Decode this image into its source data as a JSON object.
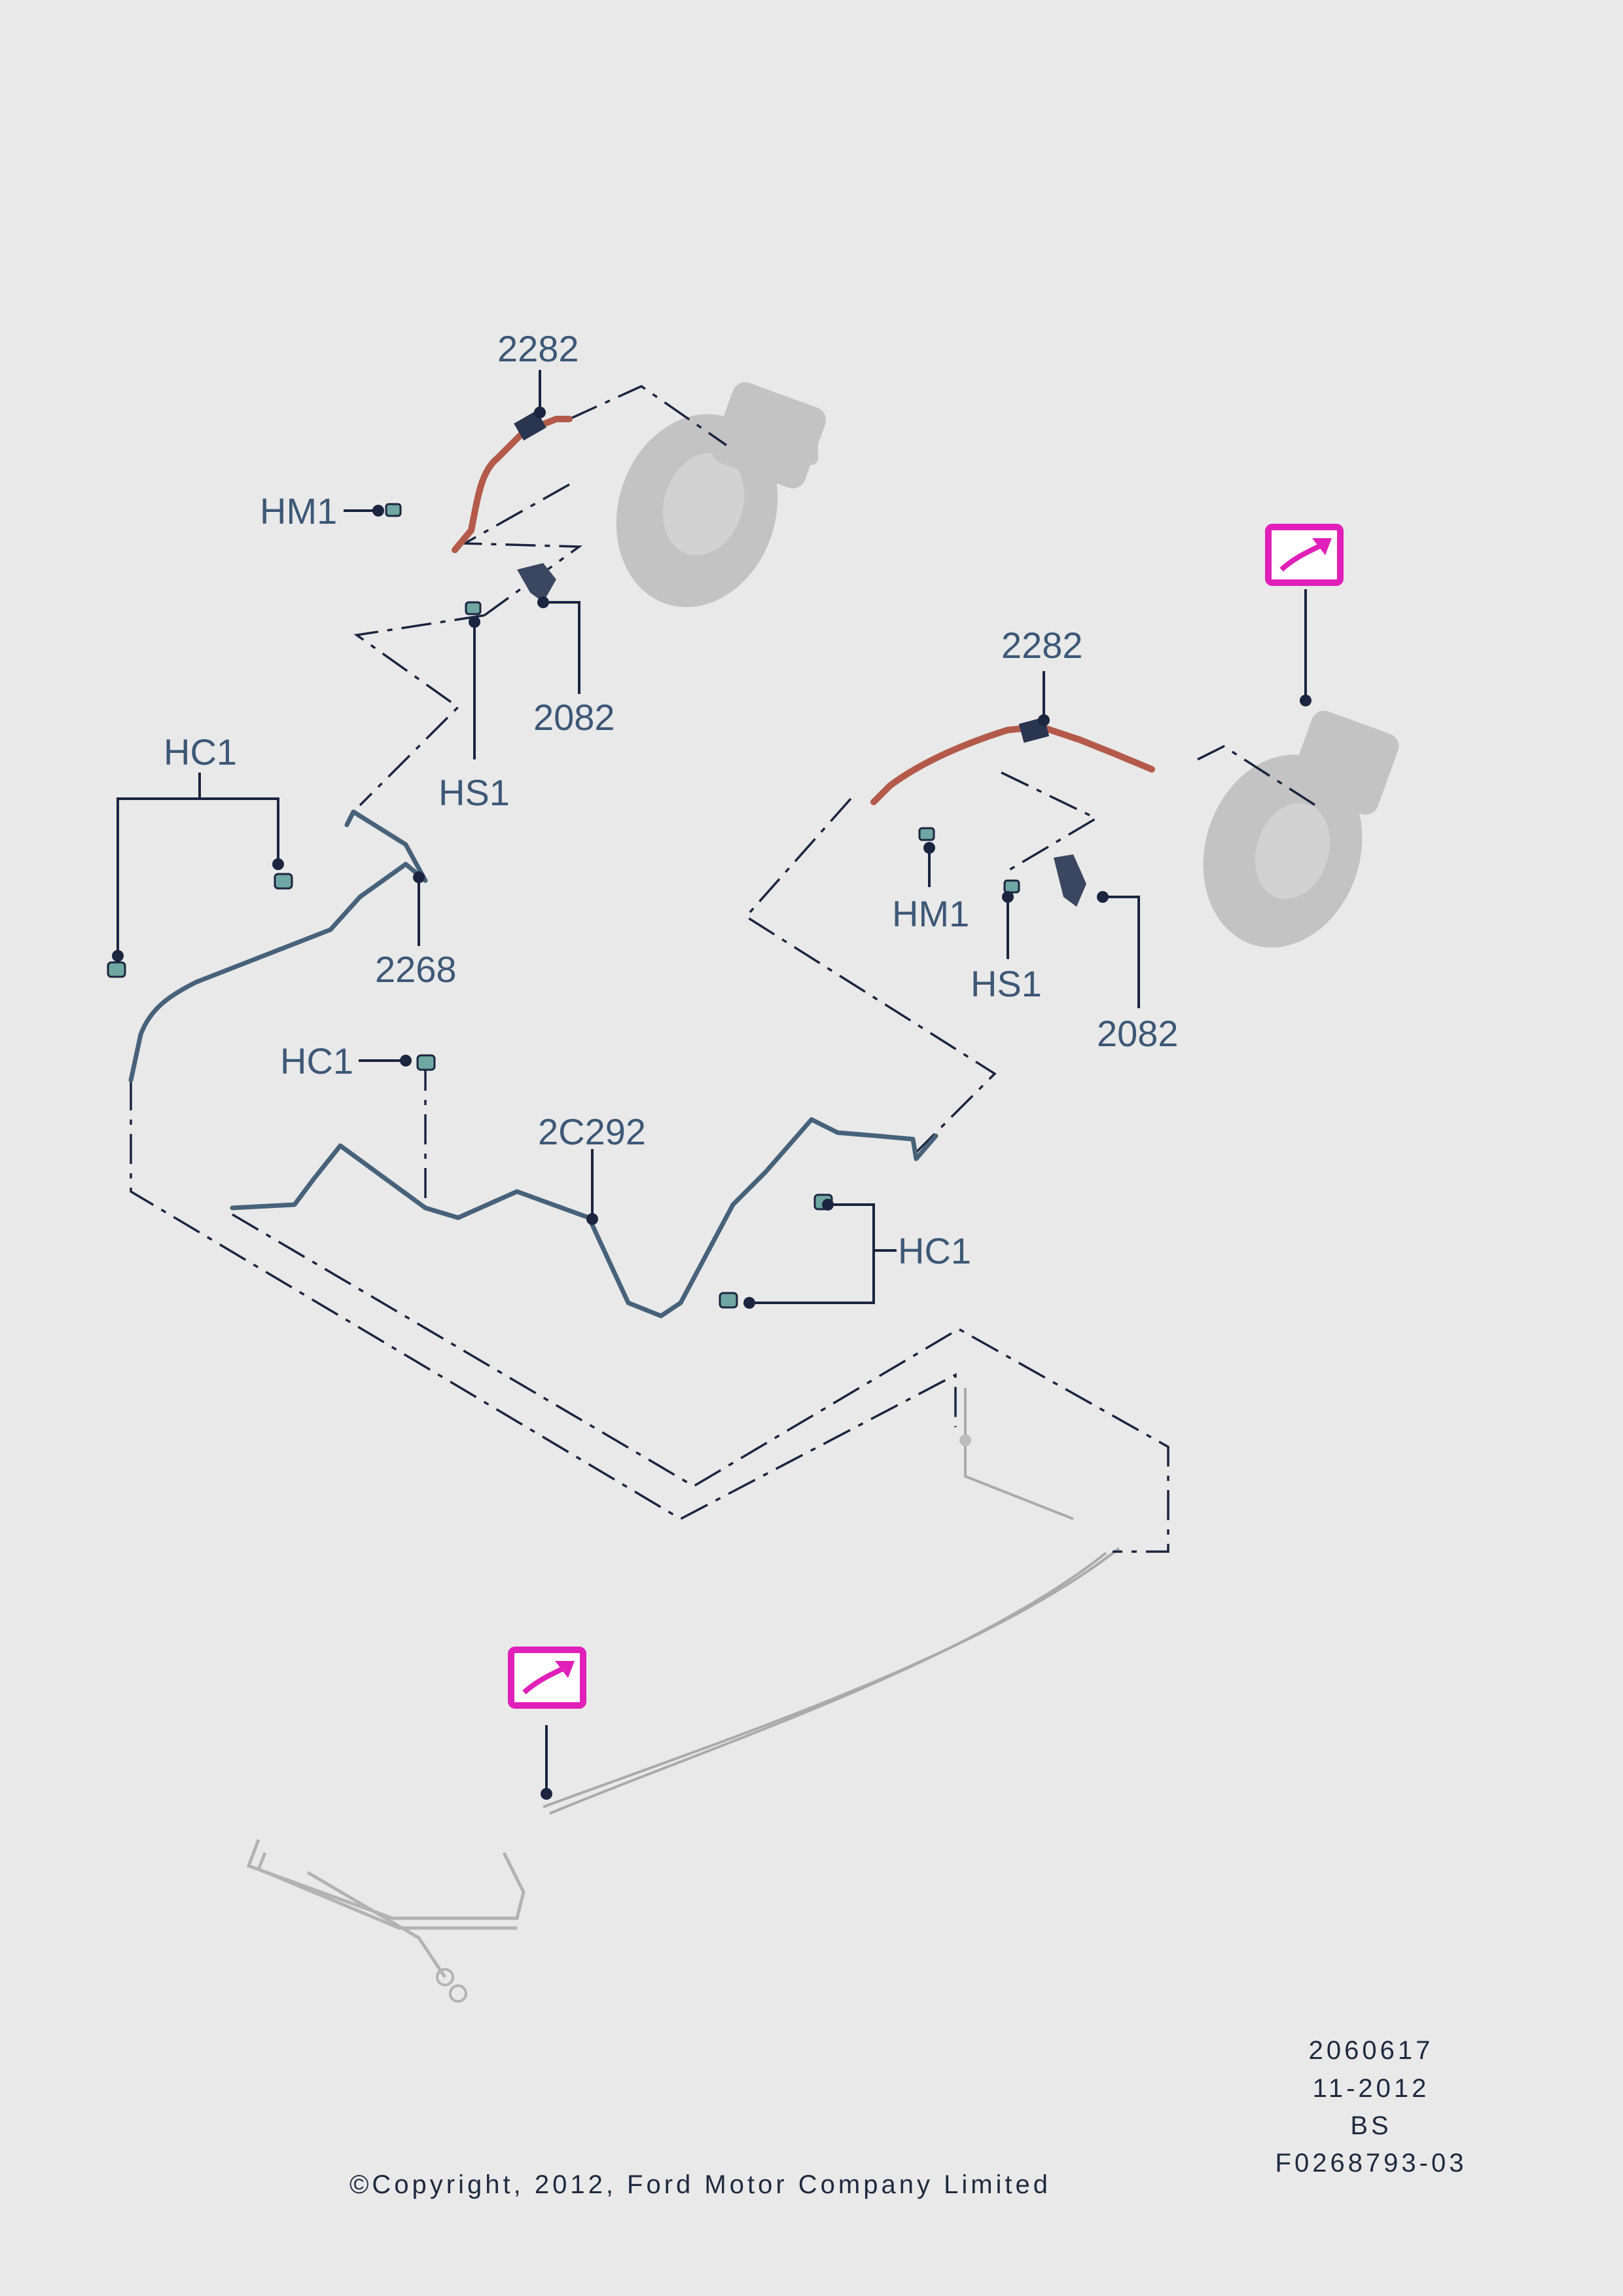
{
  "callouts": {
    "hose_left": "2282",
    "hm1_left": "HM1",
    "bracket_left": "2082",
    "hs1_left": "HS1",
    "hc1_upper_left": "HC1",
    "pipe_left": "2268",
    "hose_right": "2282",
    "hm1_right": "HM1",
    "hs1_right": "HS1",
    "bracket_right": "2082",
    "hc1_middle": "HC1",
    "pipe_rear": "2C292",
    "hc1_right": "HC1"
  },
  "reference_icons": [
    {
      "name": "reference-link-icon",
      "target": "front-right-brake"
    },
    {
      "name": "reference-link-icon",
      "target": "rear-pipe"
    }
  ],
  "footer": {
    "code": "2060617",
    "date": "11-2012",
    "initials": "BS",
    "figure_number": "F0268793-03",
    "copyright": "©Copyright, 2012, Ford Motor Company Limited"
  },
  "colors": {
    "background": "#e9e9e9",
    "callout_text": "#3d5877",
    "leader_line": "#1b2540",
    "brake_hose": "#b45a4a",
    "reference_marker": "#e020b8",
    "ghost_component": "#c3c3c3"
  }
}
